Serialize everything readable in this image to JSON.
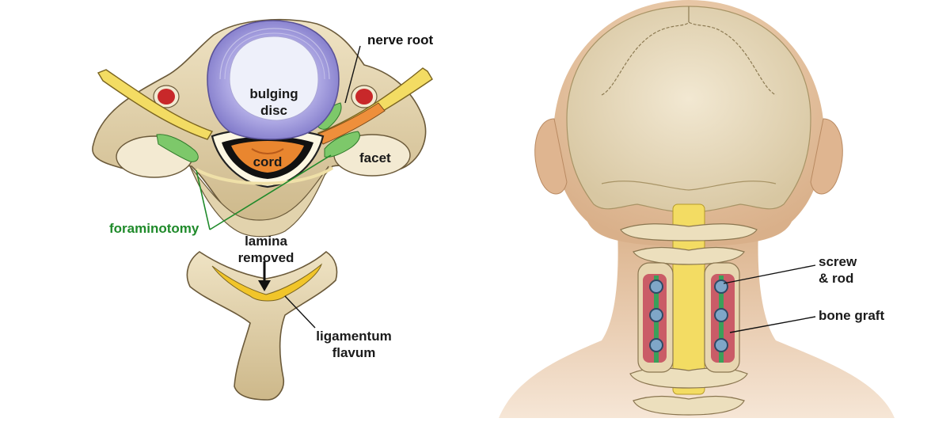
{
  "labels": {
    "nerve_root": "nerve root",
    "bulging_disc": "bulging\ndisc",
    "cord": "cord",
    "facet": "facet",
    "foraminotomy": "foraminotomy",
    "lamina_removed": "lamina\nremoved",
    "ligamentum_flavum": "ligamentum\nflavum",
    "screw_rod": "screw\n& rod",
    "bone_graft": "bone graft"
  },
  "colors": {
    "bone": "#e7d8b4",
    "bone_shadow": "#bfa878",
    "disc_annulus": "#9c96d8",
    "disc_nucleus": "#eef0fa",
    "nerve": "#f3dc63",
    "cord": "#e9862f",
    "foraminotomy_green": "#1f8a2a",
    "ligament": "#f1c52a",
    "artery": "#c8282a",
    "skin": "#e9c9a8",
    "skull": "#e8dcc0",
    "hardware": "#5a7fa3",
    "rod": "#3aa05a",
    "graft": "#c4475a"
  }
}
